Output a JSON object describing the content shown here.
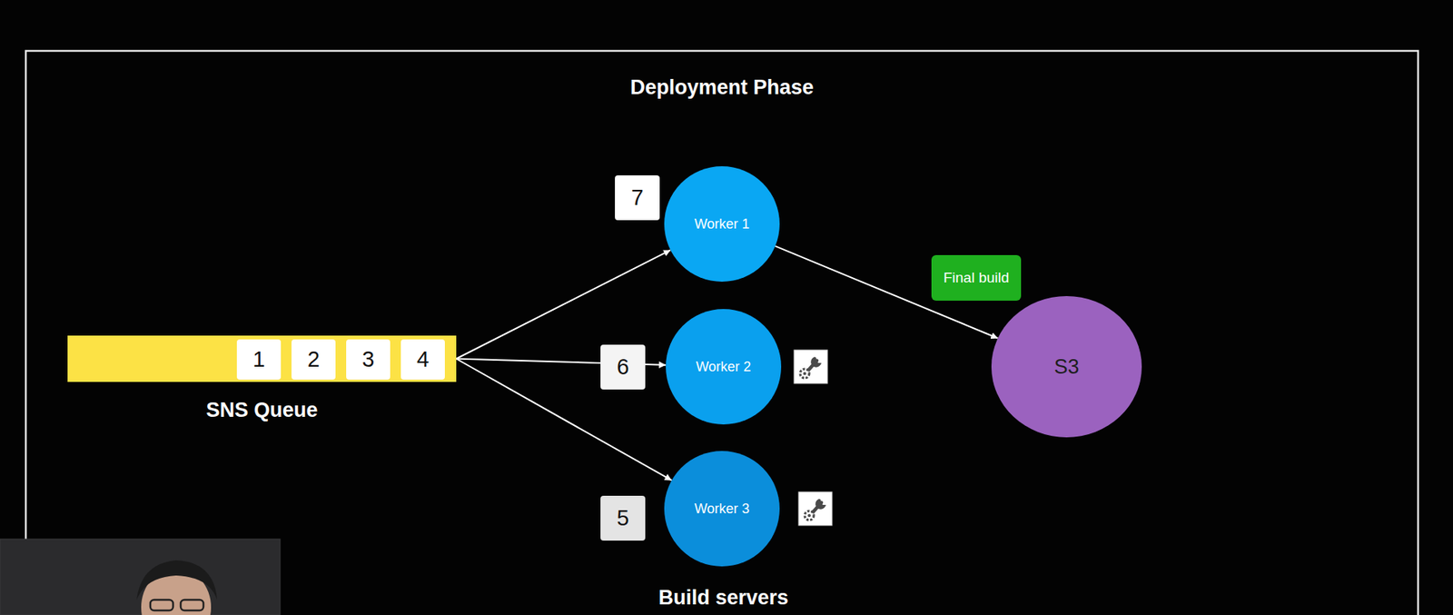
{
  "diagram": {
    "title": "Deployment Phase",
    "nodes": [
      {
        "text": [
          "SNS Queue"
        ]
      },
      {
        "text": [
          "1"
        ],
        "in": 0
      },
      {
        "text": [
          "2"
        ],
        "in": 0
      },
      {
        "text": [
          "3"
        ],
        "in": 0
      },
      {
        "text": [
          "4"
        ],
        "in": 0
      },
      {
        "text": [
          "7"
        ]
      },
      {
        "text": [
          "6"
        ]
      },
      {
        "text": [
          "5"
        ]
      },
      {
        "text": [
          "Worker 1"
        ]
      },
      {
        "text": [
          "Worker 2"
        ]
      },
      {
        "text": [
          "Worker 3"
        ]
      },
      {
        "text": [
          "Final build"
        ]
      },
      {
        "text": [
          "S3"
        ]
      }
    ],
    "edges": [
      {
        "from": 0,
        "to": 8,
        "arrow": "to"
      },
      {
        "from": 0,
        "to": 9,
        "arrow": "to"
      },
      {
        "from": 0,
        "to": 10,
        "arrow": "to"
      },
      {
        "from": 8,
        "to": 12,
        "arrow": "to"
      }
    ],
    "labels": [
      "Build servers"
    ]
  }
}
